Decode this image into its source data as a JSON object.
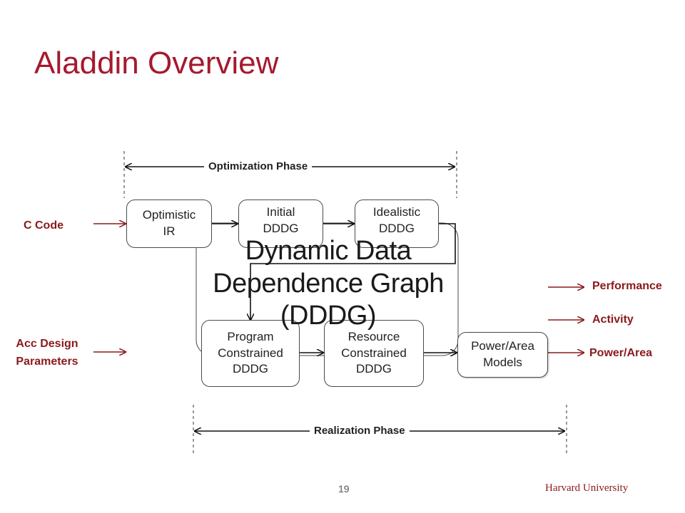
{
  "slide": {
    "title": "Aladdin Overview",
    "page_number": "19",
    "footer": "Harvard University"
  },
  "phases": {
    "optimization": "Optimization  Phase",
    "realization": "Realization  Phase"
  },
  "inputs": {
    "c_code": "C Code",
    "acc_design_line1": "Acc Design",
    "acc_design_line2": "Parameters"
  },
  "outputs": {
    "performance": "Performance",
    "activity": "Activity",
    "power_area": "Power/Area"
  },
  "boxes": {
    "optimistic_ir": [
      "Optimistic",
      "IR"
    ],
    "initial_dddg": [
      "Initial",
      "DDDG"
    ],
    "idealistic_dddg": [
      "Idealistic",
      "DDDG"
    ],
    "program_constrained": [
      "Program",
      "Constrained",
      "DDDG"
    ],
    "resource_constrained": [
      "Resource",
      "Constrained",
      "DDDG"
    ],
    "power_area_models": [
      "Power/Area",
      "Models"
    ]
  },
  "dddg_label": [
    "Dynamic Data",
    "Dependence Graph",
    "(DDDG)"
  ],
  "colors": {
    "title": "#a6192e",
    "accent": "#8b1a1a"
  }
}
